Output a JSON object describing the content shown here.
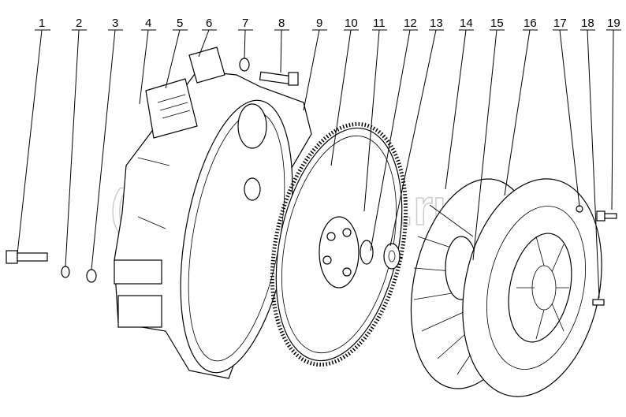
{
  "diagram": {
    "title": "Flywheel housing, flywheel and clutch assembly exploded view",
    "callouts": [
      "1",
      "2",
      "3",
      "4",
      "5",
      "6",
      "7",
      "8",
      "9",
      "10",
      "11",
      "12",
      "13",
      "14",
      "15",
      "16",
      "17",
      "18",
      "19"
    ]
  },
  "watermark": {
    "text": "(a) autopiter.ru"
  }
}
